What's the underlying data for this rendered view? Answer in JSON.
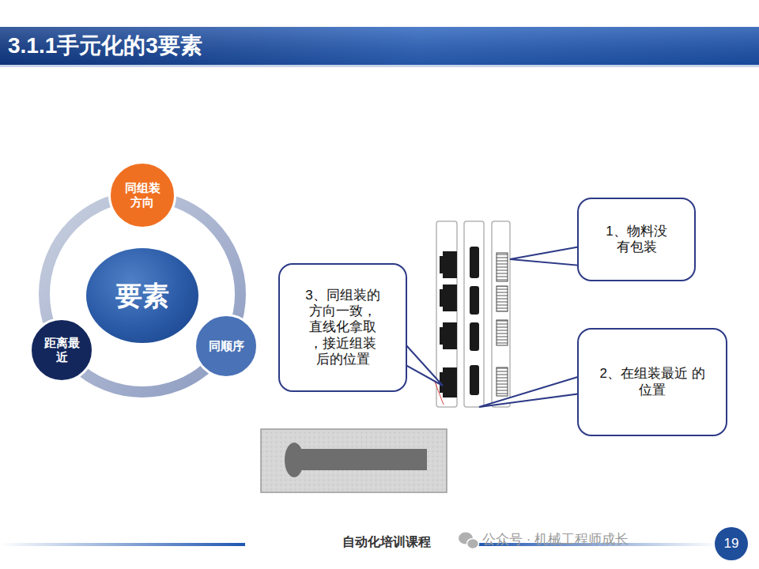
{
  "diagram": {
    "title": "3.1.1手元化的3要素",
    "nodes": [
      {
        "text": [
          "同组装 方向"
        ]
      },
      {
        "text": [
          "要素"
        ]
      },
      {
        "text": [
          "距离最 近"
        ]
      },
      {
        "text": [
          "同顺序"
        ]
      },
      {
        "text": [
          "1、物料没 有包装"
        ]
      },
      {
        "text": [
          "3、同组装的 方向一致， 直线化拿取 ，接近组装 后的位置"
        ]
      },
      {
        "text": [
          "2、在组装最近 的位置"
        ]
      },
      {
        "text": [
          "19"
        ]
      }
    ],
    "labels": [
      "自动化培训课程",
      "公众号 · 机械工程师成长"
    ]
  }
}
